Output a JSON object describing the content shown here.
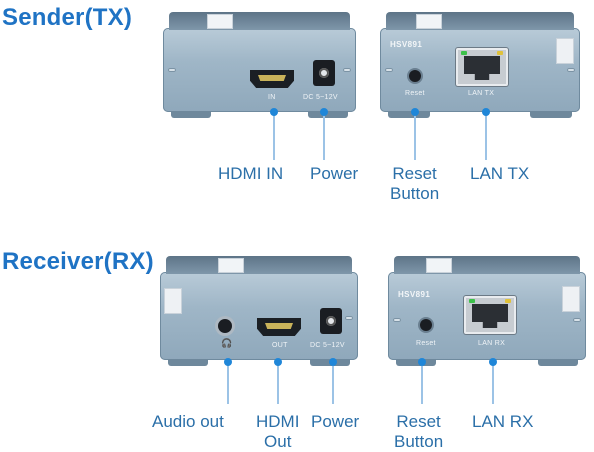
{
  "sections": {
    "sender_title": "Sender(TX)",
    "receiver_title": "Receiver(RX)"
  },
  "devices": {
    "sender_front": {
      "port_labels": {
        "hdmi": "IN",
        "power": "DC 5~12V"
      }
    },
    "sender_back": {
      "brand": "HSV891",
      "port_labels": {
        "reset": "Reset",
        "lan": "LAN TX"
      }
    },
    "receiver_front": {
      "port_labels": {
        "hdmi": "OUT",
        "power": "DC 5~12V"
      }
    },
    "receiver_back": {
      "brand": "HSV891",
      "port_labels": {
        "reset": "Reset",
        "lan": "LAN RX"
      }
    }
  },
  "callouts": {
    "sender": {
      "hdmi_in": "HDMI IN",
      "power": "Power",
      "reset_line1": "Reset",
      "reset_line2": "Button",
      "lan": "LAN TX"
    },
    "receiver": {
      "audio_out": "Audio out",
      "hdmi_line1": "HDMI",
      "hdmi_line2": "Out",
      "power": "Power",
      "reset_line1": "Reset",
      "reset_line2": "Button",
      "lan": "LAN RX"
    }
  },
  "colors": {
    "title": "#1f73c4",
    "callout_text": "#2b6fa8",
    "callout_dot": "#1f86d8",
    "device_body": "#9fb6c7"
  }
}
